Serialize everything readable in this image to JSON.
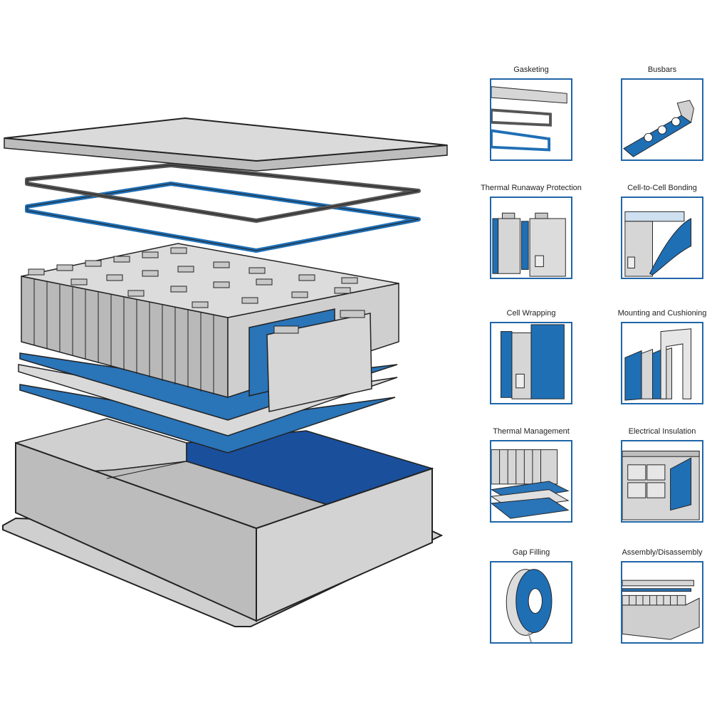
{
  "colors": {
    "accent_blue": "#1f6fb5",
    "dark_blue": "#1a4f9c",
    "frame_blue": "#1f66a8",
    "gray_light": "#d6d6d6",
    "gray_mid": "#b9b9b9",
    "outline": "#222222"
  },
  "tiles": [
    {
      "label": "Gasketing",
      "icon": "gasket-layers-icon"
    },
    {
      "label": "Busbars",
      "icon": "busbar-strip-icon"
    },
    {
      "label": "Thermal Runaway Protection",
      "icon": "cell-barrier-icon"
    },
    {
      "label": "Cell-to-Cell Bonding",
      "icon": "bonding-sheet-icon"
    },
    {
      "label": "Cell Wrapping",
      "icon": "wrapped-cell-icon"
    },
    {
      "label": "Mounting and Cushioning",
      "icon": "cushion-pads-icon"
    },
    {
      "label": "Thermal Management",
      "icon": "thermal-pads-icon"
    },
    {
      "label": "Electrical Insulation",
      "icon": "insulated-tray-icon"
    },
    {
      "label": "Gap Filling",
      "icon": "tape-roll-icon"
    },
    {
      "label": "Assembly/Disassembly",
      "icon": "assembled-pack-icon"
    }
  ]
}
